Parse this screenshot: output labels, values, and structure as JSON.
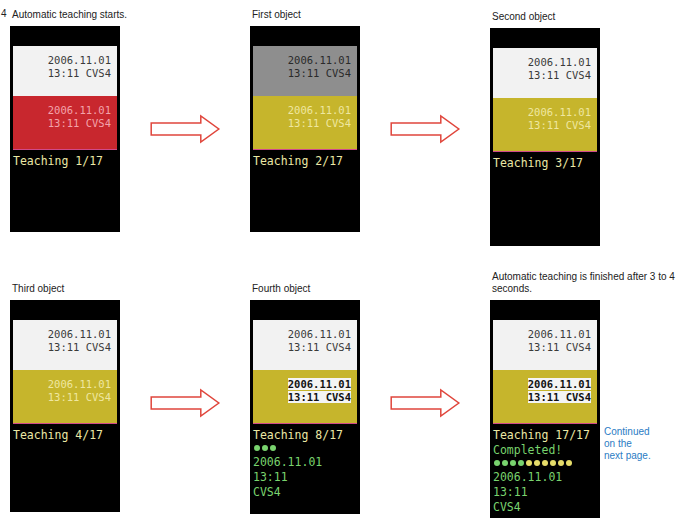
{
  "diagram": {
    "nodes": [
      {
        "text": [
          "Automatic teaching starts.",
          "Teaching 1/17"
        ]
      },
      {
        "text": [
          "2006.11.01 13:11 CVS4"
        ],
        "in": 0
      },
      {
        "text": [
          "2006.11.01 13:11 CVS4"
        ],
        "in": 0
      },
      {
        "text": [
          "First object",
          "Teaching 2/17"
        ]
      },
      {
        "text": [
          "2006.11.01 13:11 CVS4"
        ],
        "in": 3
      },
      {
        "text": [
          "2006.11.01 13:11 CVS4"
        ],
        "in": 3
      },
      {
        "text": [
          "Second object",
          "Teaching 3/17"
        ]
      },
      {
        "text": [
          "2006.11.01 13:11 CVS4"
        ],
        "in": 6
      },
      {
        "text": [
          "2006.11.01 13:11 CVS4"
        ],
        "in": 6
      },
      {
        "text": [
          "Third object",
          "Teaching 4/17"
        ]
      },
      {
        "text": [
          "2006.11.01 13:11 CVS4"
        ],
        "in": 9
      },
      {
        "text": [
          "2006.11.01 13:11 CVS4"
        ],
        "in": 9
      },
      {
        "text": [
          "Fourth object",
          "Teaching 8/17",
          "2006.11.01 13:11",
          "CVS4"
        ]
      },
      {
        "text": [
          "2006.11.01 13:11 CVS4"
        ],
        "in": 12
      },
      {
        "text": [
          "2006.11.01 13:11 CVS4"
        ],
        "in": 12
      },
      {
        "text": [
          "Automatic teaching is finished after 3 to 4 seconds.",
          "Teaching 17/17",
          "Completed!",
          "2006.11.01 13:11",
          "CVS4"
        ]
      },
      {
        "text": [
          "2006.11.01 13:11 CVS4"
        ],
        "in": 15
      },
      {
        "text": [
          "2006.11.01 13:11 CVS4"
        ],
        "in": 15
      }
    ],
    "edges": [
      {
        "from": 0,
        "to": 3,
        "arrow": "to"
      },
      {
        "from": 3,
        "to": 6,
        "arrow": "to"
      },
      {
        "from": 9,
        "to": 12,
        "arrow": "to"
      },
      {
        "from": 12,
        "to": 15,
        "arrow": "to"
      }
    ],
    "labels": [
      "4",
      "Continued on the next page."
    ]
  }
}
